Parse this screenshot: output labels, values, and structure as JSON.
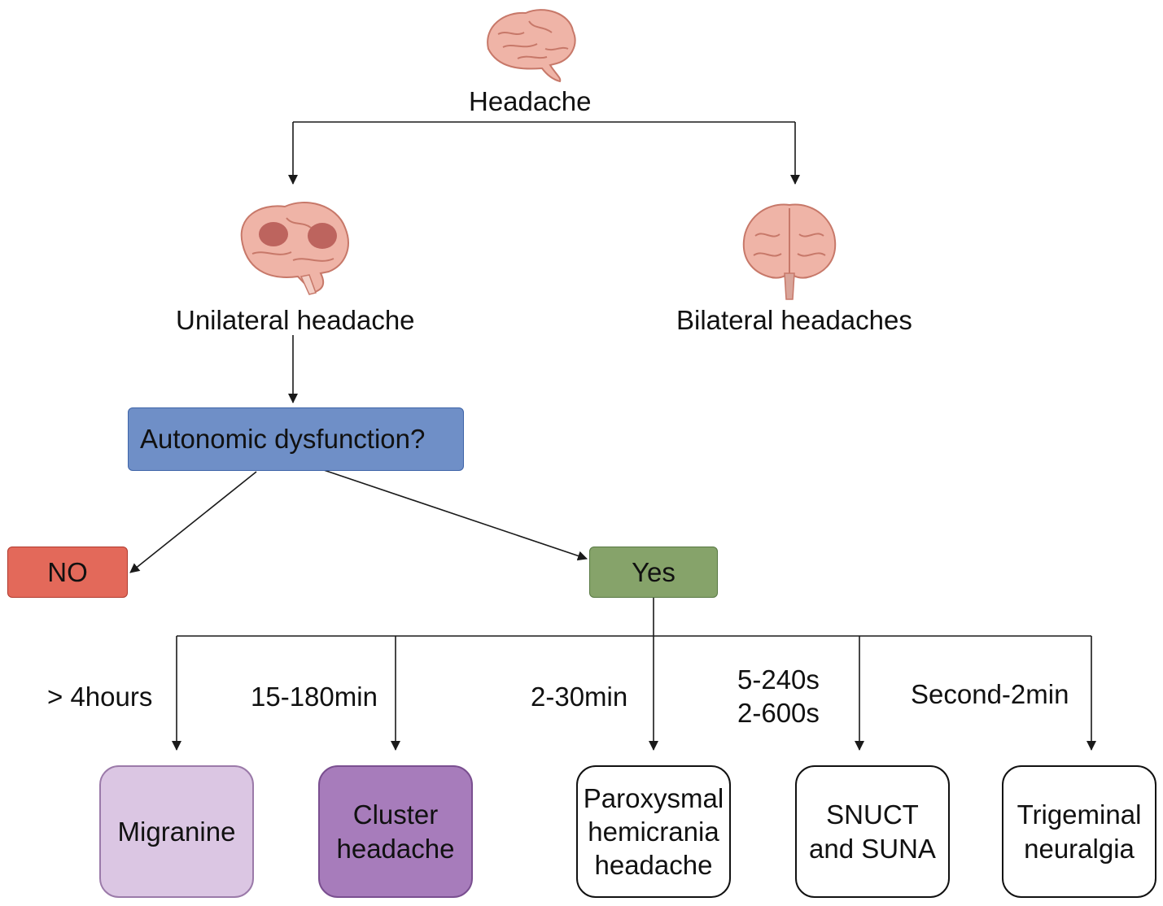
{
  "title": "Headache",
  "branches": {
    "unilateral": "Unilateral headache",
    "bilateral": "Bilateral headaches"
  },
  "question": "Autonomic dysfunction?",
  "answers": {
    "no": "NO",
    "yes": "Yes"
  },
  "durations": [
    {
      "lines": [
        "> 4hours"
      ]
    },
    {
      "lines": [
        "15-180min"
      ]
    },
    {
      "lines": [
        "2-30min"
      ]
    },
    {
      "lines": [
        "5-240s",
        "2-600s"
      ]
    },
    {
      "lines": [
        "Second-2min"
      ]
    }
  ],
  "outcomes": [
    {
      "lines": [
        "Migranine"
      ],
      "fill": "#dbc6e3",
      "stroke": "#9b7aa9"
    },
    {
      "lines": [
        "Cluster",
        "headache"
      ],
      "fill": "#f2b2a4",
      "stroke": "#cf6b55"
    },
    {
      "lines": [
        "Paroxysmal",
        "hemicrania",
        "headache"
      ],
      "fill": "#a77cbb",
      "stroke": "#7a4f90"
    },
    {
      "lines": [
        "SNUCT",
        "and SUNA"
      ],
      "fill": "#9aa6ae",
      "stroke": "#5f6a72"
    },
    {
      "lines": [
        "Trigeminal",
        "neuralgia"
      ],
      "fill": "#f0dcc8",
      "stroke": "#c88a75"
    }
  ],
  "colors": {
    "question_fill": "#6f8fc7",
    "question_stroke": "#3f64a8",
    "no_fill": "#e3695a",
    "no_stroke": "#b03a2e",
    "yes_fill": "#86a36a",
    "yes_stroke": "#577842",
    "line": "#1a1a1a",
    "brain_fill": "#efb4a7",
    "brain_stroke": "#c77869",
    "hotspot": "#a8423e"
  },
  "icons": [
    "brain-icon",
    "brain-hotspots-icon",
    "brain-top-icon"
  ]
}
